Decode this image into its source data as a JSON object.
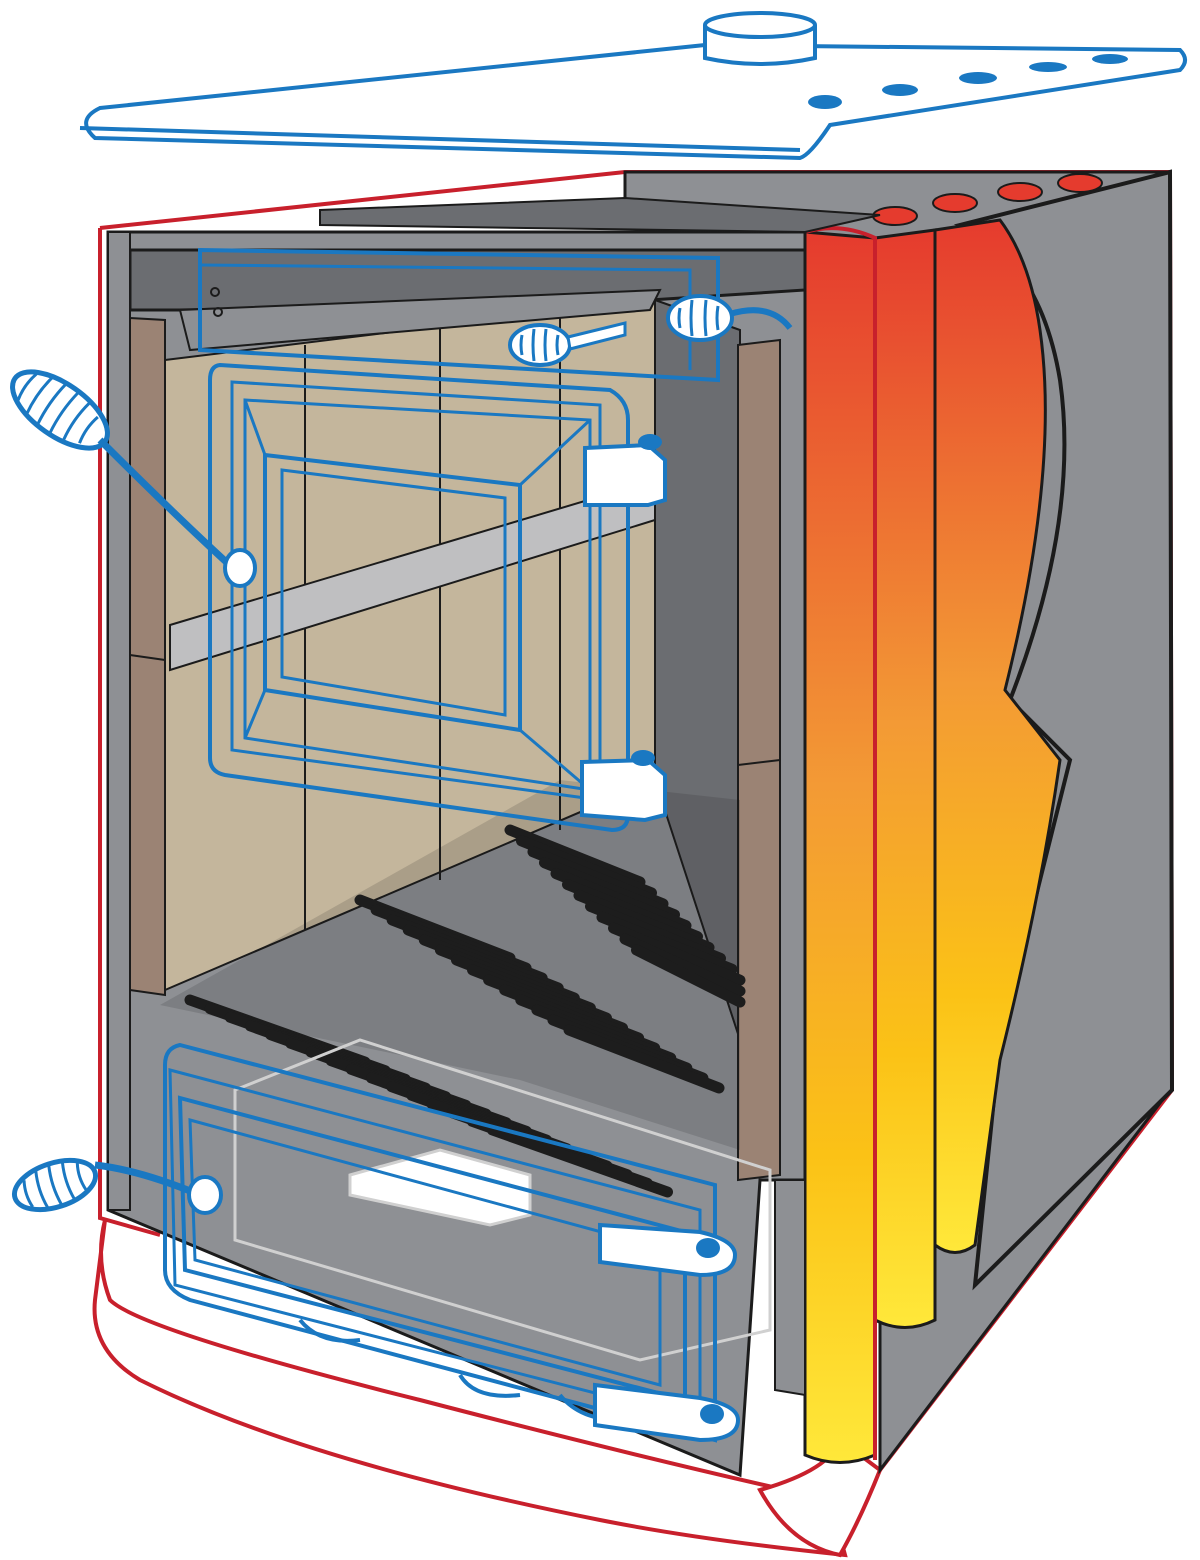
{
  "diagram": {
    "colors": {
      "outline_blue": "#1a78c2",
      "outer_red": "#c8202c",
      "shell_grey": "#8e9094",
      "dark_grey": "#6b6d71",
      "fire_brick": "#c4b69c",
      "brick_side": "#9b8374",
      "grate_black": "#1d1d1d",
      "baffle_light": "#bfbfc1",
      "flame_top": "#e53b2e",
      "flame_mid": "#f39a35",
      "flame_bottom": "#ffe83a"
    },
    "icons": {
      "door_handle": "coil-handle-icon",
      "damper_knob": "coil-knob-icon",
      "hinge": "hinge-icon"
    },
    "grate_bars": {
      "top_row": 12,
      "middle_row": 14,
      "bottom_row": 16
    }
  }
}
